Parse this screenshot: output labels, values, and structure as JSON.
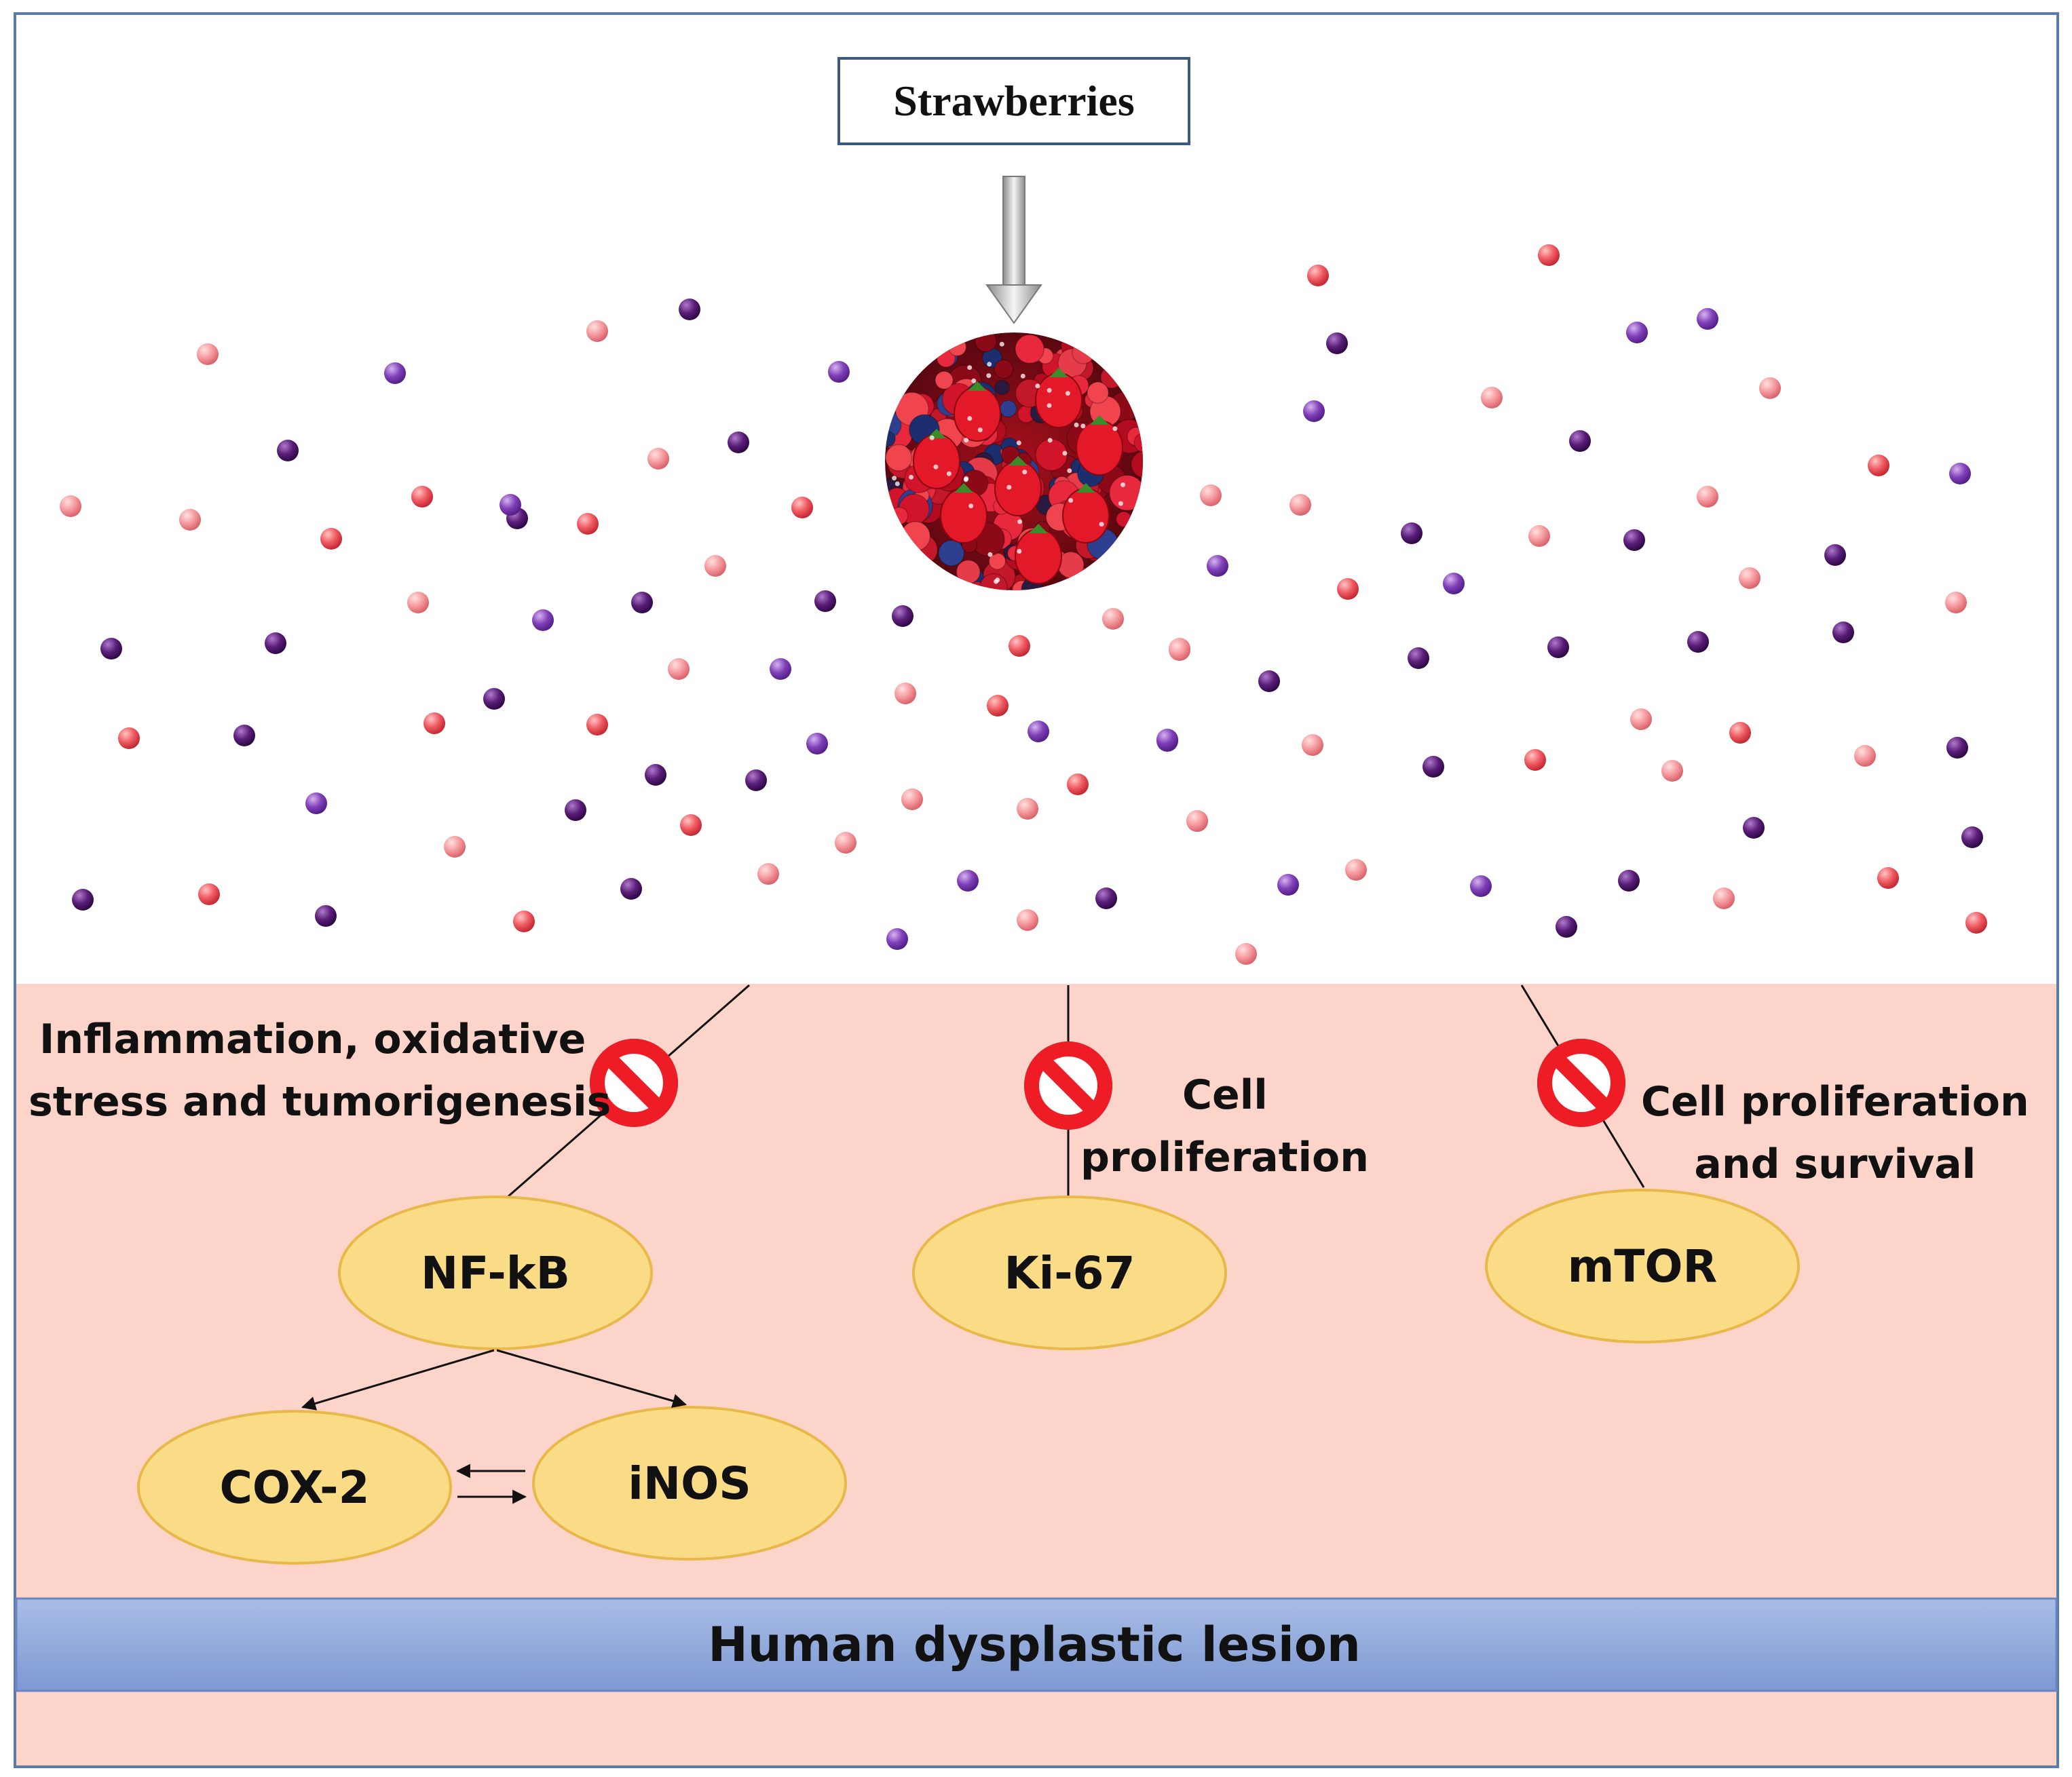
{
  "diagram": {
    "source_box": "Strawberries",
    "effects": [
      {
        "id": "nfkb",
        "label_lines": [
          "Inflammation, oxidative",
          "stress and tumorigenesis"
        ],
        "target": "NF-kB",
        "inhibited": true
      },
      {
        "id": "ki67",
        "label_lines": [
          "Cell",
          "proliferation"
        ],
        "target": "Ki-67",
        "inhibited": true
      },
      {
        "id": "mtor",
        "label_lines": [
          "Cell proliferation",
          "and survival"
        ],
        "target": "mTOR",
        "inhibited": true
      }
    ],
    "downstream": {
      "from": "NF-kB",
      "to": [
        "COX-2",
        "iNOS"
      ],
      "mutual": [
        "COX-2",
        "iNOS"
      ]
    },
    "tissue_label": "Human dysplastic lesion"
  },
  "colors": {
    "tissue_bg": "#fdd4c9",
    "band_top": "#a6bbe4",
    "band_bottom": "#7f9bd4",
    "node_fill": "#fbdc86",
    "node_stroke": "#e8b84a",
    "inhibit_red": "#ee1c24",
    "inhibit_ring": "#3b4a80",
    "particle_red": "#ec4a52",
    "particle_purple": "#4a1464",
    "frame": "#5b7aa6"
  }
}
